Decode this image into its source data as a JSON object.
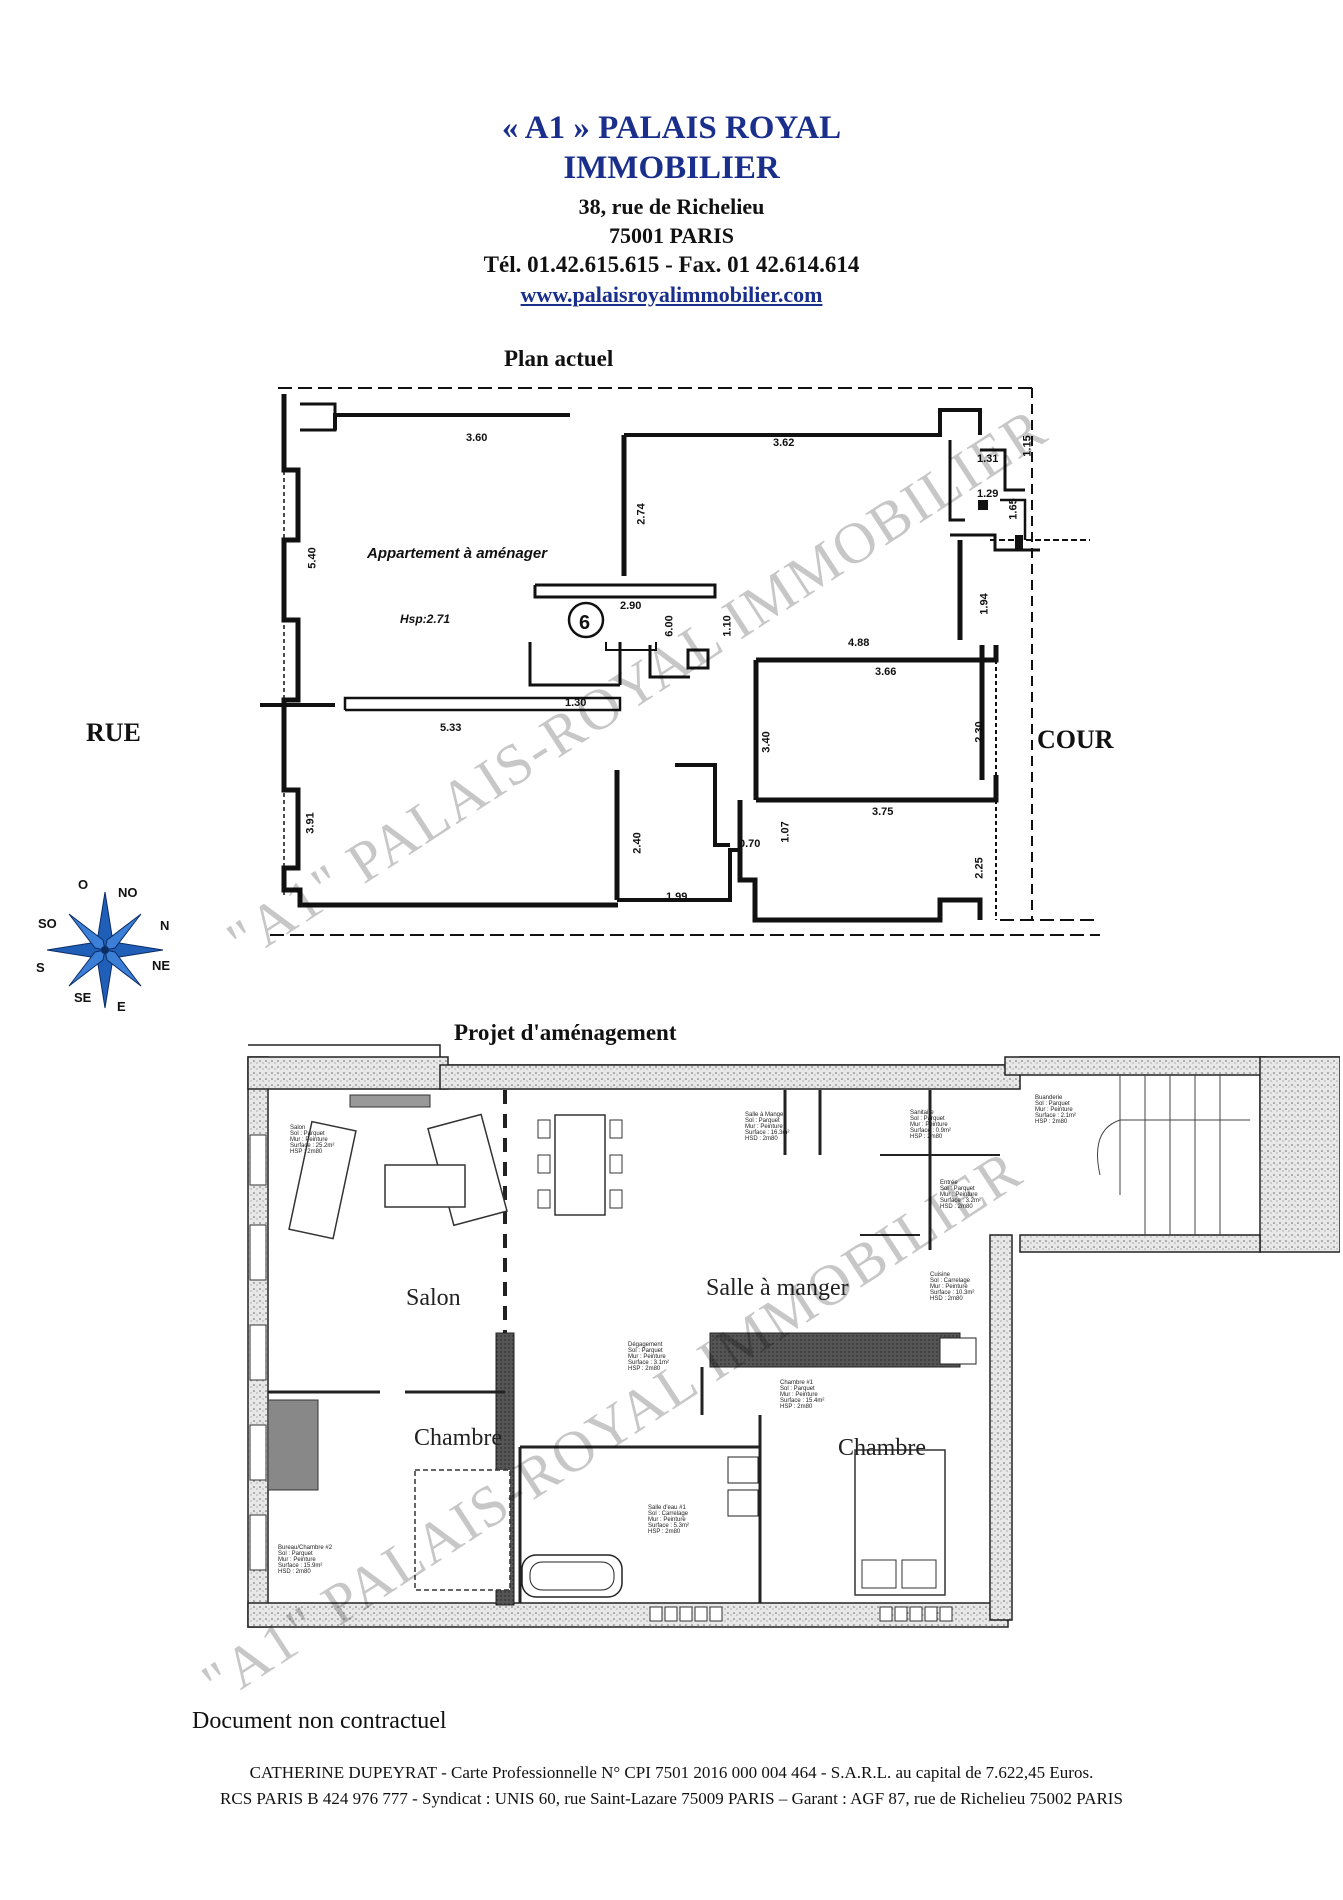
{
  "header": {
    "agency_name": "« A1 » PALAIS ROYAL",
    "agency_sub": "IMMOBILIER",
    "street": "38, rue de Richelieu",
    "city": "75001  PARIS",
    "tel": "Tél. 01.42.615.615 - Fax. 01 42.614.614",
    "website": "www.palaisroyalimmobilier.com"
  },
  "plan_current": {
    "title": "Plan actuel",
    "left_label": "RUE",
    "right_label": "COUR",
    "room_label": "Appartement à aménager",
    "height_label": "Hsp:2.71",
    "lot_number": "6",
    "dimensions": [
      "3.60",
      "3.62",
      "2.74",
      "5.40",
      "1.31",
      "1.29",
      "1.15",
      "1.65",
      "2.90",
      "6.00",
      "1.10",
      "4.88",
      "3.66",
      "1.94",
      "1.30",
      "5.33",
      "3.40",
      "2.30",
      "3.75",
      "1.07",
      "0.70",
      "2.40",
      "1.99",
      "3.91",
      "2.25"
    ]
  },
  "plan_project": {
    "title": "Projet d'aménagement",
    "rooms": {
      "salon": "Salon",
      "salle_a_manger": "Salle à manger",
      "chambre_left": "Chambre",
      "chambre_right": "Chambre"
    },
    "notes": {
      "salon": "Salon\nSol : Parquet\nMur : Peinture\nSurface : 25.2m²\nHSP : 2m80",
      "salle_manger": "Salle à Manger\nSol : Parquet\nMur : Peinture\nSurface : 16.3m²\nHSD : 2m80",
      "sanitaire": "Sanitaire\nSol : Parquet\nMur : Peinture\nSurface : 0.9m²\nHSP : 2m80",
      "buanderie": "Buanderie\nSol : Parquet\nMur : Peinture\nSurface : 2.1m²\nHSP : 2m80",
      "entree": "Entrée\nSol : Parquet\nMur : Peinture\nSurface : 3.2m²\nHSD : 2m80",
      "cuisine": "Cuisine\nSol : Carrelage\nMur : Peinture\nSurface : 10.3m²\nHSD : 2m80",
      "degagement": "Dégagement\nSol : Parquet\nMur : Peinture\nSurface : 3.1m²\nHSP : 2m80",
      "chambre1": "Chambre #1\nSol : Parquet\nMur : Peinture\nSurface : 15.4m²\nHSP : 2m80",
      "salle_eau": "Salle d'eau #1\nSol : Carrelage\nMur : Peinture\nSurface : 5.3m²\nHSP : 2m80",
      "bureau": "Bureau/Chambre #2\nSol : Parquet\nMur : Peinture\nSurface : 15.9m²\nHSD : 2m80"
    }
  },
  "compass": {
    "letters": [
      "O",
      "NO",
      "N",
      "NE",
      "E",
      "SE",
      "S",
      "SO"
    ]
  },
  "watermark": "\"A1\" PALAIS-ROYAL IMMOBILIER",
  "footer": {
    "note": "Document non contractuel",
    "line1": "CATHERINE DUPEYRAT - Carte Professionnelle N° CPI 7501 2016 000 004 464 - S.A.R.L. au capital de 7.622,45 Euros.",
    "line2": "RCS PARIS B 424 976 777 - Syndicat : UNIS  60, rue Saint-Lazare 75009  PARIS – Garant : AGF 87, rue de Richelieu 75002 PARIS"
  }
}
